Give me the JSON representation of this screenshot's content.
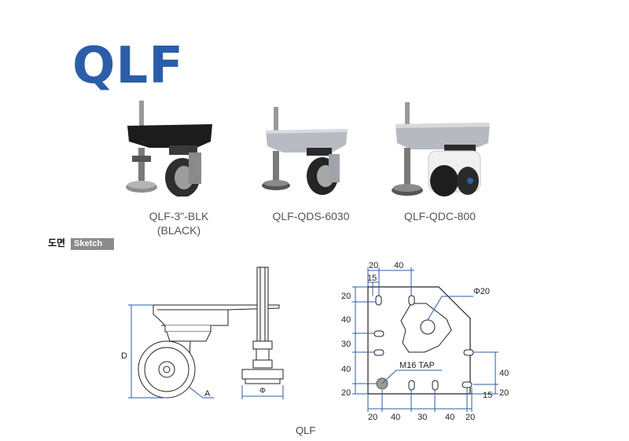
{
  "title": "QLF",
  "products": [
    {
      "label": "QLF-3\"-BLK",
      "sublabel": "(BLACK)"
    },
    {
      "label": "QLF-QDS-6030",
      "sublabel": ""
    },
    {
      "label": "QLF-QDC-800",
      "sublabel": ""
    }
  ],
  "sketch_header": {
    "ko": "도면",
    "en": "Sketch"
  },
  "side_view": {
    "dim_height": "D",
    "dim_wheel": "A",
    "dim_pad": "Φ"
  },
  "plate": {
    "top": [
      "20",
      "40"
    ],
    "top_inner": "15",
    "left": [
      "20",
      "40",
      "30",
      "40",
      "20"
    ],
    "right": [
      "40",
      "20"
    ],
    "right_small": "15",
    "bottom": [
      "20",
      "40",
      "30",
      "40",
      "20"
    ],
    "hole_label": "Φ20",
    "tap_label": "M16 TAP"
  },
  "caption": "QLF"
}
